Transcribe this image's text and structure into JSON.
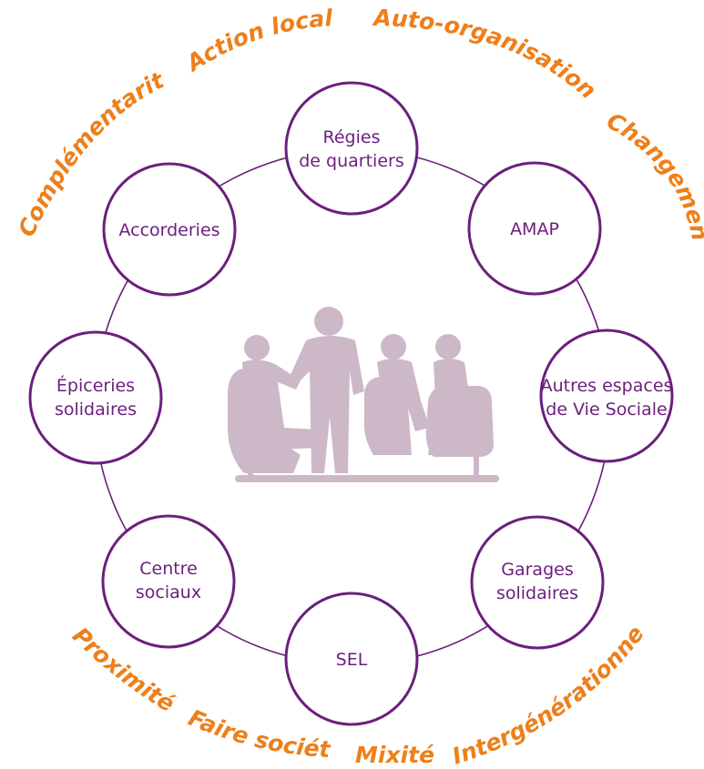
{
  "colors": {
    "circle_stroke": "#6b1f7c",
    "node_text": "#6b1f7c",
    "value_words": "#ee7f1a",
    "silhouette": "#cdb8c8"
  },
  "center_image": {
    "icon": "people-meeting-silhouette-icon"
  },
  "nodes": [
    {
      "label_lines": [
        "Régies",
        "de quartiers"
      ]
    },
    {
      "label_lines": [
        "AMAP"
      ]
    },
    {
      "label_lines": [
        "Autres espaces",
        "de Vie Sociale"
      ]
    },
    {
      "label_lines": [
        "Garages",
        "solidaires"
      ]
    },
    {
      "label_lines": [
        "SEL"
      ]
    },
    {
      "label_lines": [
        "Centre",
        "sociaux"
      ]
    },
    {
      "label_lines": [
        "Épiceries",
        "solidaires"
      ]
    },
    {
      "label_lines": [
        "Accorderies"
      ]
    }
  ],
  "values": {
    "top": [
      "Complémentarité",
      "Action locale",
      "Auto-organisation",
      "Changement"
    ],
    "bottom": [
      "Proximité",
      "Faire société",
      "Mixité",
      "Intergénérationnel"
    ]
  }
}
